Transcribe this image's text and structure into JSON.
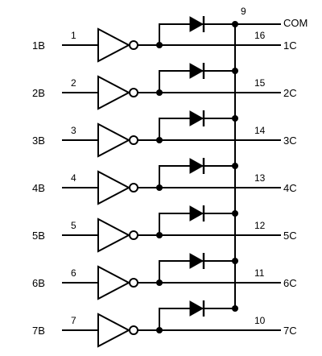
{
  "common": {
    "pin": "9",
    "label": "COM"
  },
  "channels": [
    {
      "in_label": "1B",
      "in_pin": "1",
      "out_pin": "16",
      "out_label": "1C"
    },
    {
      "in_label": "2B",
      "in_pin": "2",
      "out_pin": "15",
      "out_label": "2C"
    },
    {
      "in_label": "3B",
      "in_pin": "3",
      "out_pin": "14",
      "out_label": "3C"
    },
    {
      "in_label": "4B",
      "in_pin": "4",
      "out_pin": "13",
      "out_label": "4C"
    },
    {
      "in_label": "5B",
      "in_pin": "5",
      "out_pin": "12",
      "out_label": "5C"
    },
    {
      "in_label": "6B",
      "in_pin": "6",
      "out_pin": "11",
      "out_label": "6C"
    },
    {
      "in_label": "7B",
      "in_pin": "7",
      "out_pin": "10",
      "out_label": "7C"
    }
  ]
}
